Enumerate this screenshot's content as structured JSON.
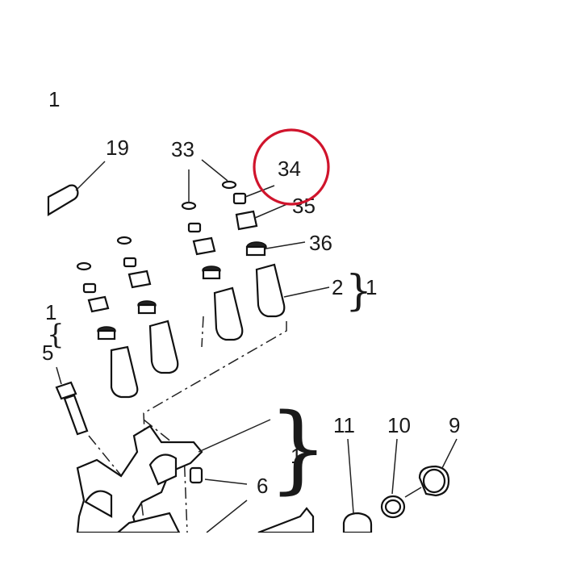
{
  "labels": {
    "l1_topleft": "1",
    "l19": "19",
    "l33": "33",
    "l34": "34",
    "l35": "35",
    "l36": "36",
    "l2": "2",
    "l2_group": "1",
    "left_group_1": "1",
    "left_group_5": "5",
    "l6": "6",
    "l6_group": "1",
    "l11": "11",
    "l10": "10",
    "l9": "9"
  },
  "highlight": {
    "color": "#d0142c",
    "target": "34"
  },
  "colors": {
    "ink": "#1a1a1a",
    "background": "#ffffff"
  }
}
